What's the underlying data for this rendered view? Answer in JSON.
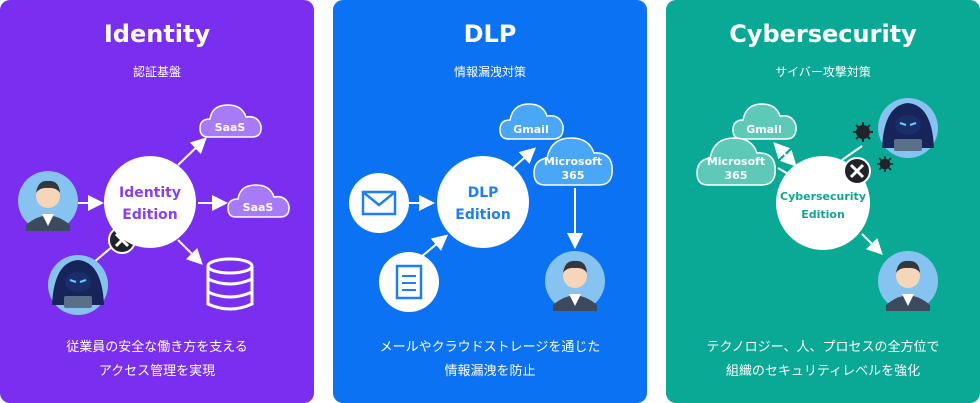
{
  "panels": [
    {
      "title": "Identity",
      "subtitle": "認証基盤",
      "edition_line1": "Identity",
      "edition_line2": "Edition",
      "cloud1": "SaaS",
      "cloud2": "SaaS",
      "desc_line1": "従業員の安全な働き方を支える",
      "desc_line2": "アクセス管理を実現",
      "accent": "#8a3ff5"
    },
    {
      "title": "DLP",
      "subtitle": "情報漏洩対策",
      "edition_line1": "DLP",
      "edition_line2": "Edition",
      "cloud1": "Gmail",
      "cloud2_line1": "Microsoft",
      "cloud2_line2": "365",
      "desc_line1": "メールやクラウドストレージを通じた",
      "desc_line2": "情報漏洩を防止",
      "accent": "#1c7ff2"
    },
    {
      "title": "Cybersecurity",
      "subtitle": "サイバー攻撃対策",
      "edition_line1": "Cybersecurity",
      "edition_line2": "Edition",
      "cloud1": "Gmail",
      "cloud2_line1": "Microsoft",
      "cloud2_line2": "365",
      "desc_line1": "テクノロジー、人、プロセスの全方位で",
      "desc_line2": "組織のセキュリティレベルを強化",
      "accent": "#13a592"
    }
  ],
  "icons": [
    "user-avatar-icon",
    "hacker-icon",
    "block-x-icon",
    "database-icon",
    "mail-icon",
    "document-icon",
    "virus-icon",
    "cloud-icon"
  ]
}
